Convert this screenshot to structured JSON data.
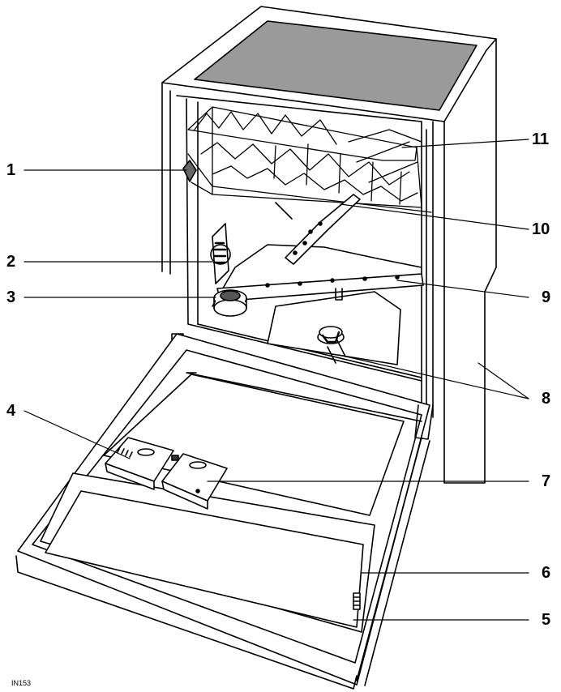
{
  "figure_code": "IN153",
  "callouts": [
    {
      "id": "1",
      "label": "1"
    },
    {
      "id": "2",
      "label": "2"
    },
    {
      "id": "3",
      "label": "3"
    },
    {
      "id": "4",
      "label": "4"
    },
    {
      "id": "5",
      "label": "5"
    },
    {
      "id": "6",
      "label": "6"
    },
    {
      "id": "7",
      "label": "7"
    },
    {
      "id": "8",
      "label": "8"
    },
    {
      "id": "9",
      "label": "9"
    },
    {
      "id": "10",
      "label": "10"
    },
    {
      "id": "11",
      "label": "11"
    }
  ]
}
